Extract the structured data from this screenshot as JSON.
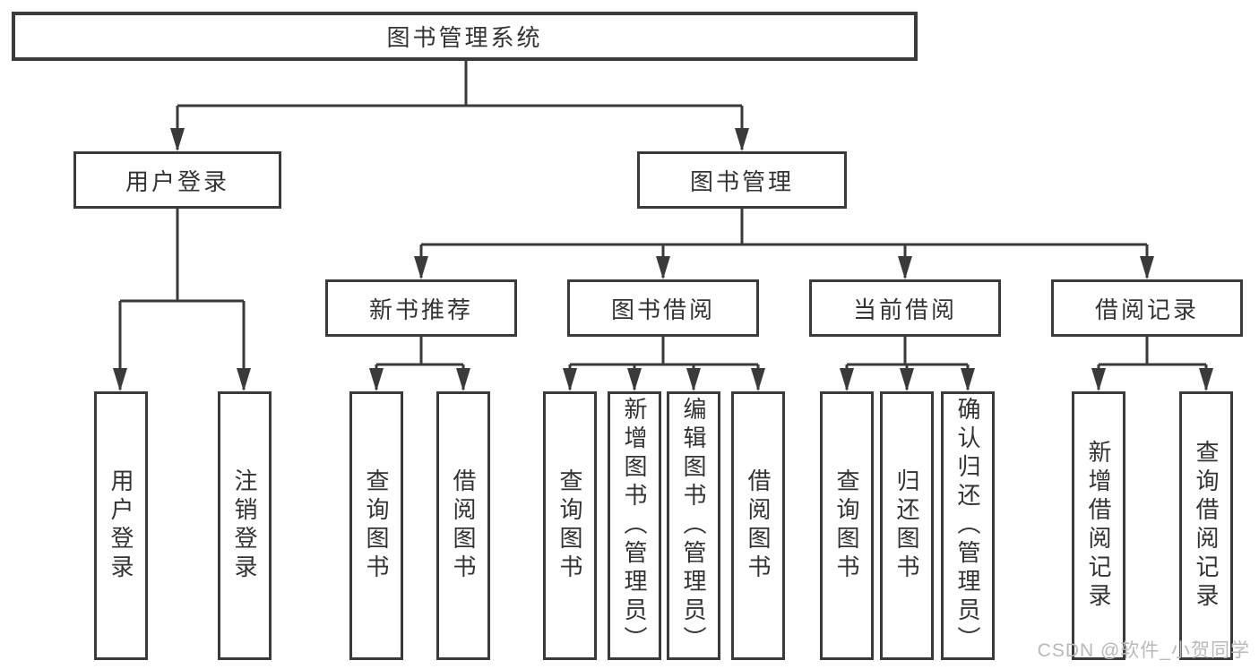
{
  "tree": {
    "label": "图书管理系统",
    "children": [
      {
        "label": "用户登录",
        "children": [
          {
            "label": "用户登录"
          },
          {
            "label": "注销登录"
          }
        ]
      },
      {
        "label": "图书管理",
        "children": [
          {
            "label": "新书推荐",
            "children": [
              {
                "label": "查询图书"
              },
              {
                "label": "借阅图书"
              }
            ]
          },
          {
            "label": "图书借阅",
            "children": [
              {
                "label": "查询图书"
              },
              {
                "label": "新增图书（管理员）"
              },
              {
                "label": "编辑图书（管理员）"
              },
              {
                "label": "借阅图书"
              }
            ]
          },
          {
            "label": "当前借阅",
            "children": [
              {
                "label": "查询图书"
              },
              {
                "label": "归还图书"
              },
              {
                "label": "确认归还（管理员）"
              }
            ]
          },
          {
            "label": "借阅记录",
            "children": [
              {
                "label": "新增借阅记录"
              },
              {
                "label": "查询借阅记录"
              }
            ]
          }
        ]
      }
    ]
  },
  "watermark": {
    "text": "CSDN @软件_小贺同学"
  },
  "colors": {
    "line": "#3a3a3a",
    "text": "#333333",
    "box_background": "#ffffff",
    "watermark": "#b9b9b9",
    "page_background": "#ffffff"
  }
}
